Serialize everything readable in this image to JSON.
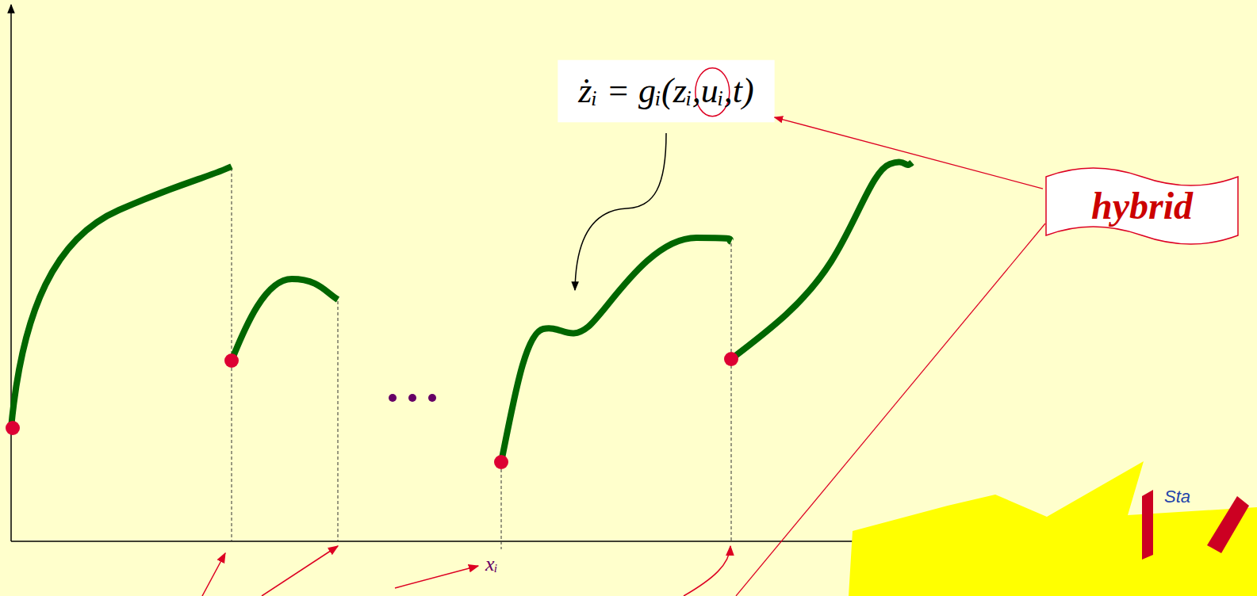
{
  "diagram": {
    "nodes": [
      {
        "text": [
          "żᵢ = gᵢ(zᵢ,uᵢ,t)"
        ]
      },
      {
        "text": [
          "hybrid"
        ]
      },
      {
        "text": [
          "Sta"
        ]
      }
    ],
    "edges": [
      {
        "from": 1,
        "to": 0,
        "arrow": "to"
      }
    ],
    "labels": [
      "xᵢ"
    ]
  }
}
